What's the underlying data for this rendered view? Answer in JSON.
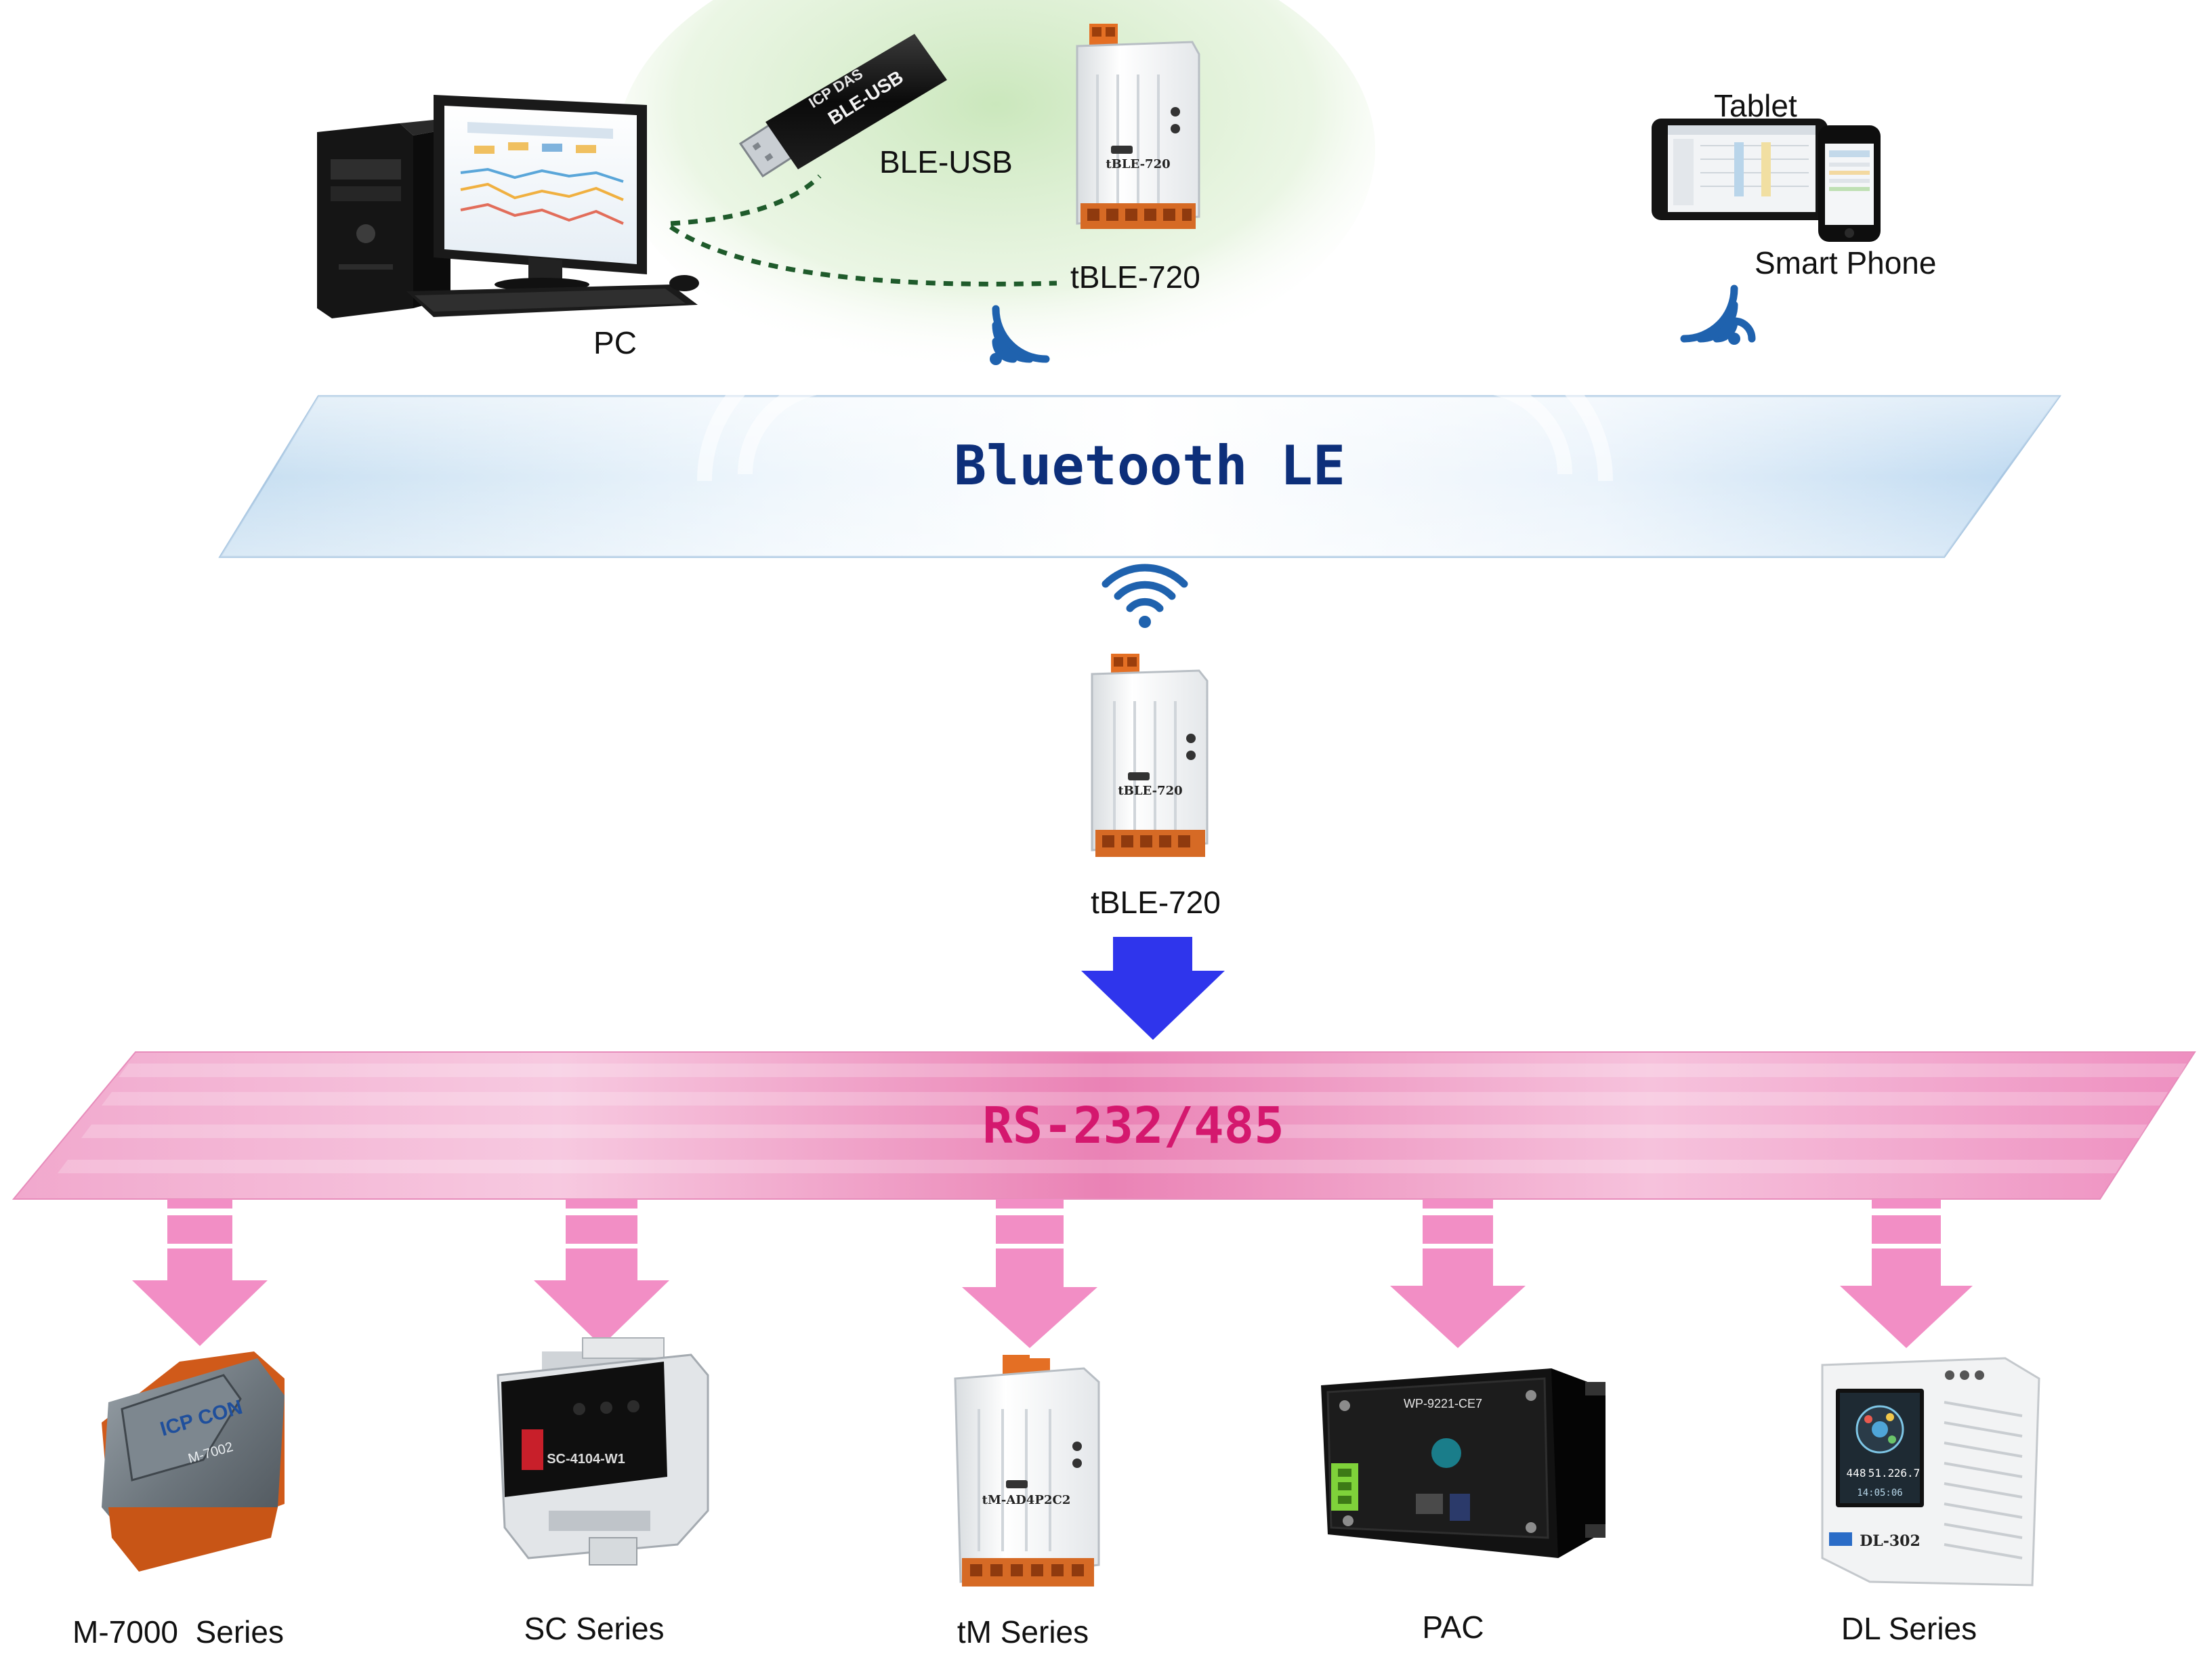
{
  "labels": {
    "pc": "PC",
    "ble_usb": "BLE-USB",
    "tble_top": "tBLE-720",
    "tablet": "Tablet",
    "smart_phone": "Smart Phone",
    "tble_middle": "tBLE-720"
  },
  "bands": {
    "bluetooth": "Bluetooth LE",
    "serial": "RS-232/485"
  },
  "device_text": {
    "ble_dongle": "BLE-USB",
    "ble_dongle_brand": "ICP DAS",
    "tble_model": "tBLE-720",
    "tm_model": "tM-AD4P2C2",
    "m7000_brand": "ICP CON",
    "m7000_model": "M-7002",
    "sc_model": "SC-4104-W1",
    "pac_model": "WP-9221-CE7",
    "dl_model": "DL-302",
    "dl_readout_1": "448",
    "dl_readout_2": "51.2",
    "dl_readout_3": "26.7",
    "dl_time": "14:05:06"
  },
  "devices": [
    {
      "label": "M-7000  Series"
    },
    {
      "label": "SC Series"
    },
    {
      "label": "tM Series"
    },
    {
      "label": "PAC"
    },
    {
      "label": "DL Series"
    }
  ],
  "colors": {
    "bluetooth_band": "#cfe4f4",
    "bluetooth_text": "#0d2f7a",
    "serial_band": "#ec8bbd",
    "serial_text": "#d4186e",
    "down_arrow_blue": "#2f35ec",
    "pink_arrow": "#f28ec5",
    "wifi_icon": "#1f62ae",
    "green_glow": "#d2ebc8"
  }
}
